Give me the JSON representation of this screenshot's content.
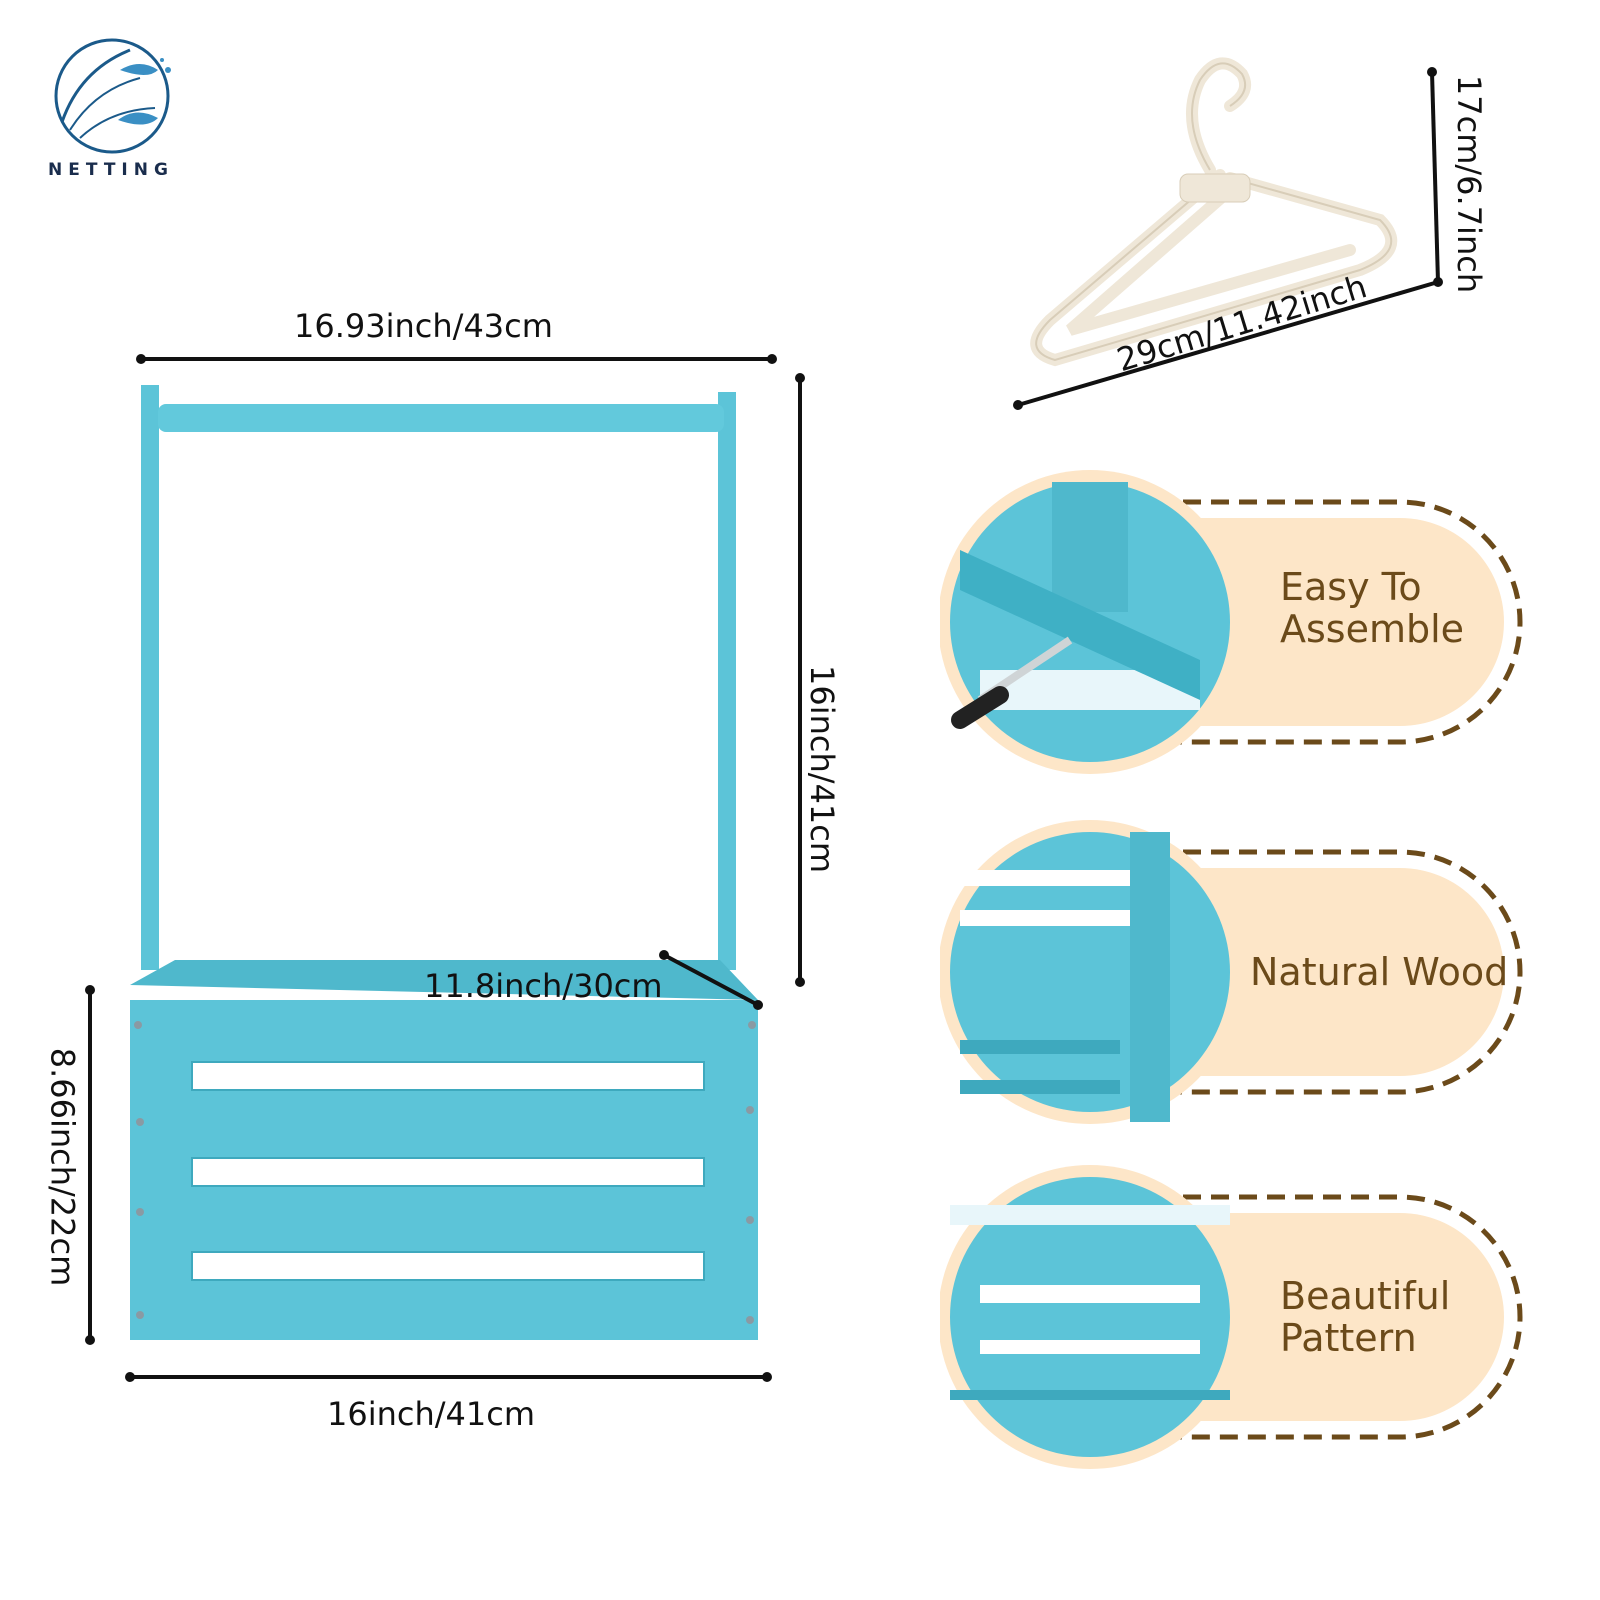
{
  "brand": {
    "name": "NETTING",
    "logo": "fish-wave-logo"
  },
  "basket": {
    "color": "#5cc4d8",
    "dimensions": {
      "top_width": "16.93inch/43cm",
      "handle_height": "16inch/41cm",
      "depth": "11.8inch/30cm",
      "box_height": "8.66inch/22cm",
      "bottom_width": "16inch/41cm"
    }
  },
  "hanger": {
    "color": "#efe7d8",
    "dimensions": {
      "height": "17cm/6.7inch",
      "width": "29cm/11.42inch"
    }
  },
  "features": [
    {
      "label": "Easy To\nAssemble",
      "icon": "screwdriver-closeup"
    },
    {
      "label": "Natural Wood",
      "icon": "wood-corner-closeup"
    },
    {
      "label": "Beautiful\nPattern",
      "icon": "slat-pattern-closeup"
    }
  ],
  "colors": {
    "feature_fill": "#fde6c8",
    "feature_border": "#6b4a1a",
    "feature_text": "#6b4a1a"
  }
}
